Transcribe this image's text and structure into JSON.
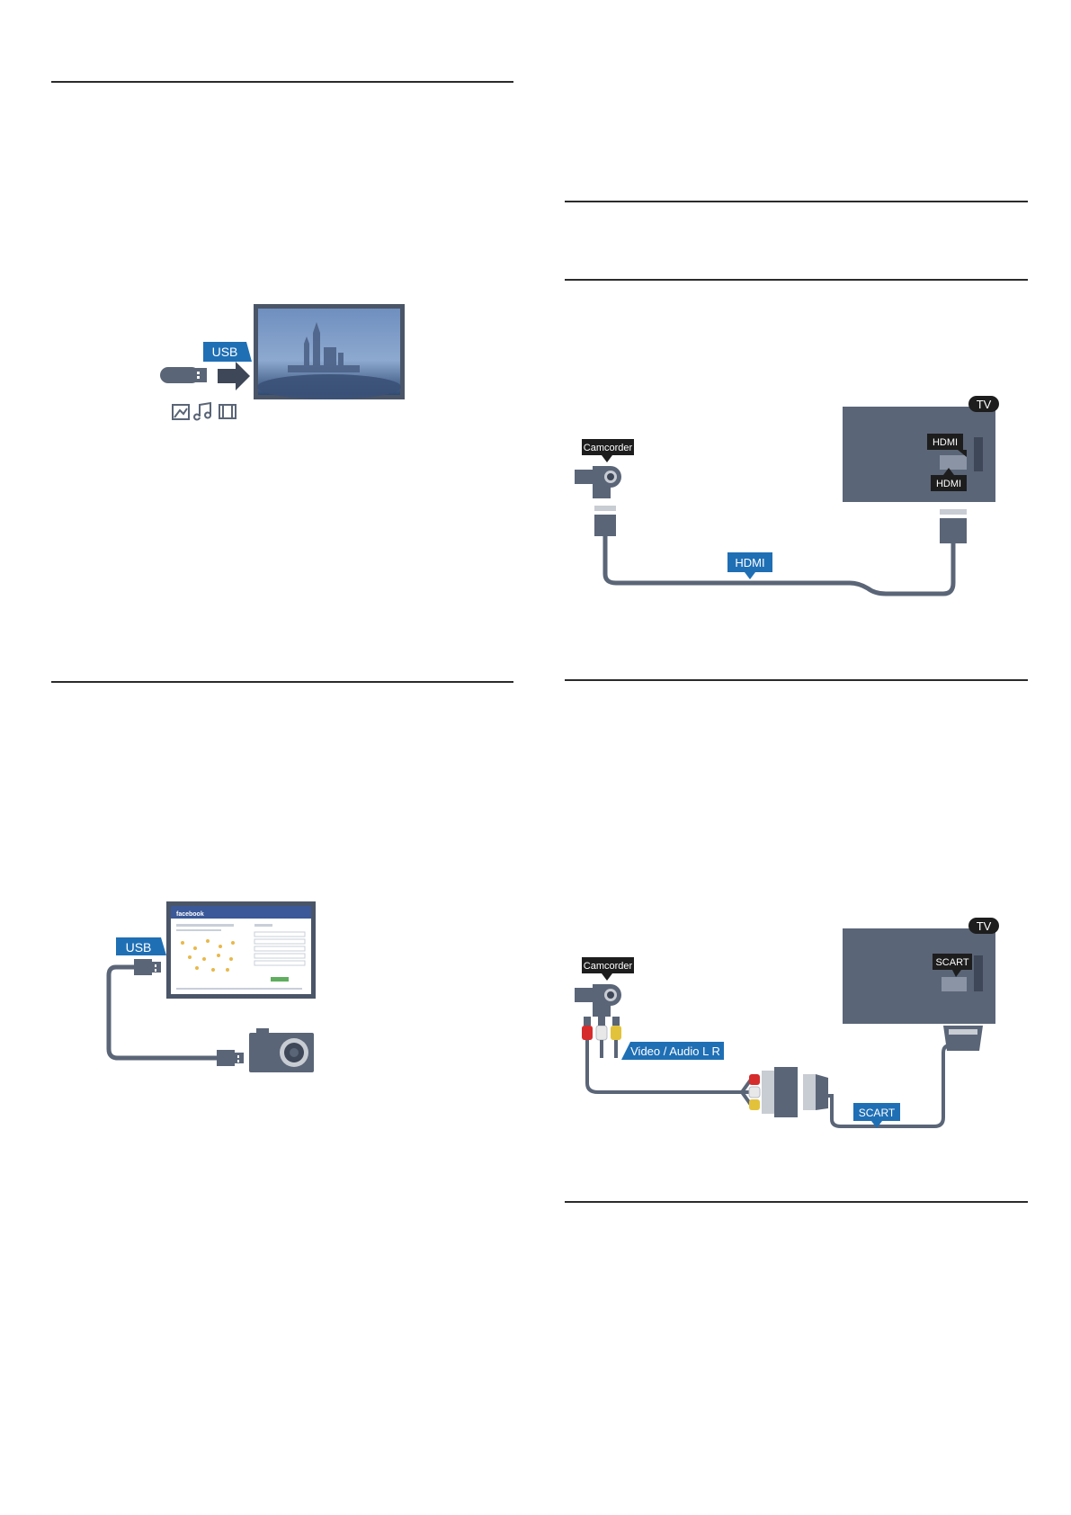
{
  "colors": {
    "device": "#5a6577",
    "device_dark": "#3e4757",
    "cable": "#5a6577",
    "callout_blue": "#1f6fb5",
    "callout_dark": "#1d1d1d",
    "rca_red": "#d62b2b",
    "rca_white": "#e8e8e8",
    "rca_yellow": "#e3c23b"
  },
  "usb_photo": {
    "usb_label": "USB",
    "media_icons": [
      "photo-icon",
      "music-note-icon",
      "film-strip-icon"
    ]
  },
  "usb_camera": {
    "usb_label": "USB",
    "screen_brand": "facebook"
  },
  "hdmi_figure": {
    "device_label": "Camcorder",
    "tv_badge": "TV",
    "tv_port_label": "HDMI",
    "tv_port_label_2": "HDMI",
    "cable_label": "HDMI"
  },
  "scart_figure": {
    "device_label": "Camcorder",
    "tv_badge": "TV",
    "tv_port_label": "SCART",
    "rca_label": "Video / Audio L R",
    "cable_label": "SCART"
  }
}
